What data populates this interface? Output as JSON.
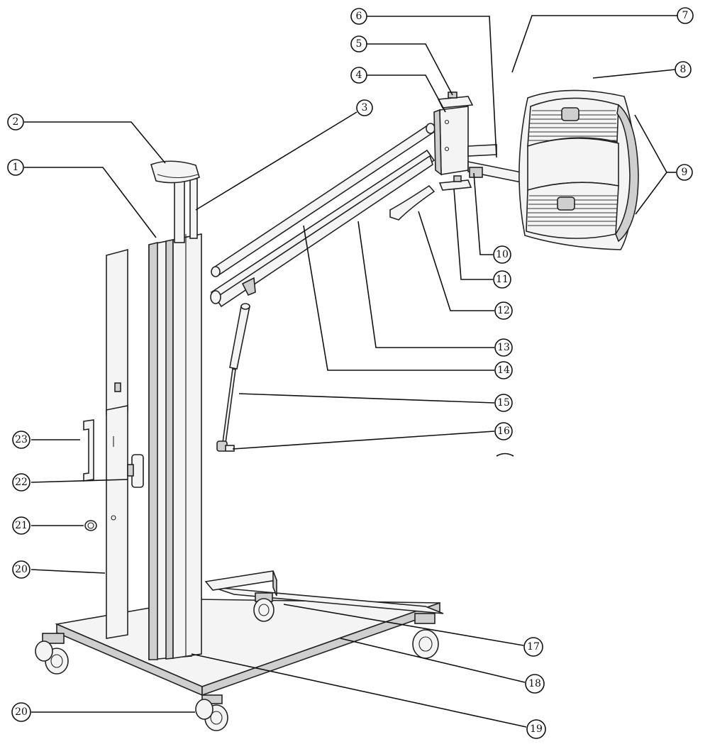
{
  "callouts": [
    {
      "id": 1,
      "label": "1"
    },
    {
      "id": 2,
      "label": "2"
    },
    {
      "id": 3,
      "label": "3"
    },
    {
      "id": 4,
      "label": "4"
    },
    {
      "id": 5,
      "label": "5"
    },
    {
      "id": 6,
      "label": "6"
    },
    {
      "id": 7,
      "label": "7"
    },
    {
      "id": 8,
      "label": "8"
    },
    {
      "id": 9,
      "label": "9"
    },
    {
      "id": 10,
      "label": "10"
    },
    {
      "id": 11,
      "label": "11"
    },
    {
      "id": 12,
      "label": "12"
    },
    {
      "id": 13,
      "label": "13"
    },
    {
      "id": 14,
      "label": "14"
    },
    {
      "id": 15,
      "label": "15"
    },
    {
      "id": 16,
      "label": "16"
    },
    {
      "id": 17,
      "label": "17"
    },
    {
      "id": 18,
      "label": "18"
    },
    {
      "id": 19,
      "label": "19"
    },
    {
      "id": 20,
      "label": "20"
    },
    {
      "id": 21,
      "label": "21"
    },
    {
      "id": 22,
      "label": "22"
    },
    {
      "id": 23,
      "label": "23"
    }
  ],
  "colors": {
    "line": "#222222",
    "fill": "#f4f4f4",
    "shade": "#cfcfcf"
  }
}
